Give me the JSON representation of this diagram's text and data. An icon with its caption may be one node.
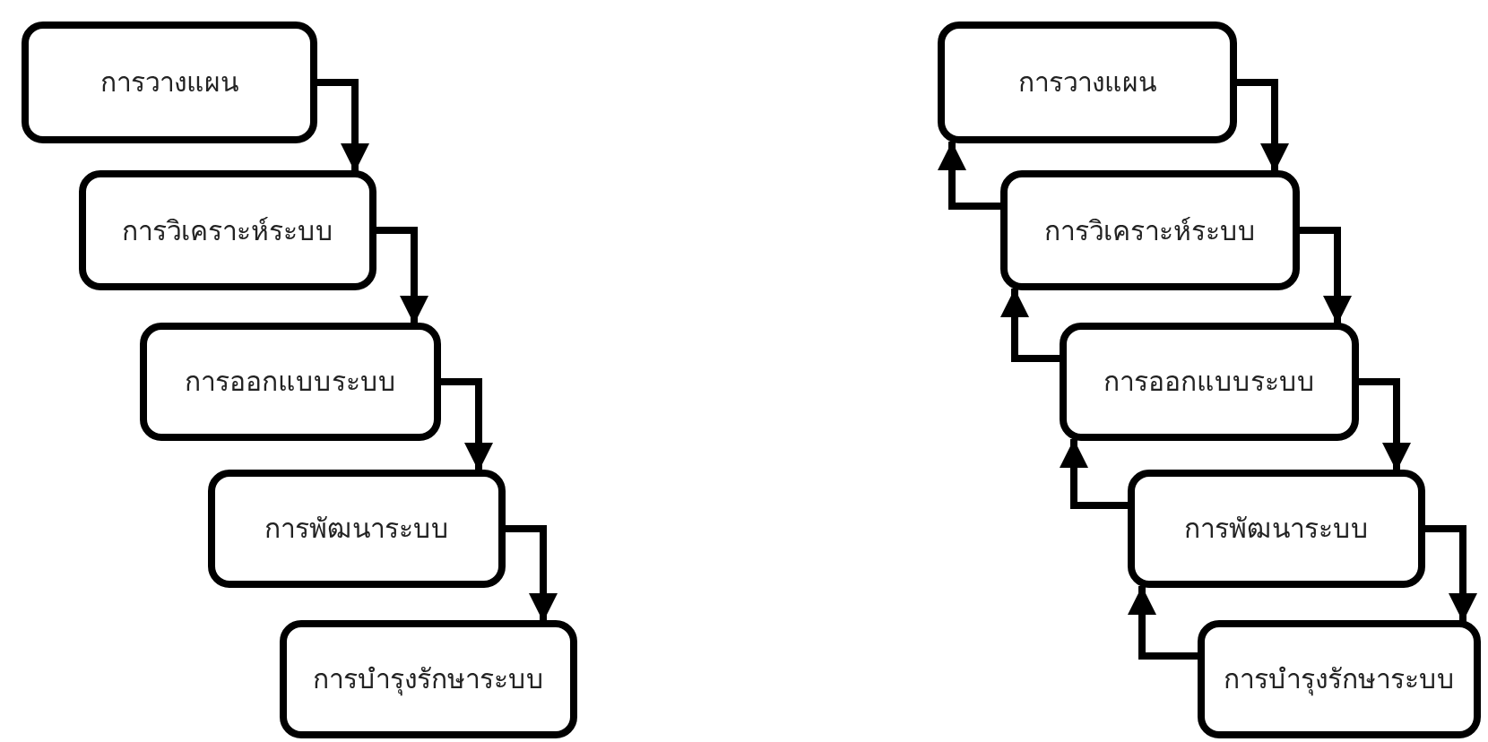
{
  "diagram": {
    "nodes": [
      {
        "text": [
          "การวางแผน"
        ]
      },
      {
        "text": [
          "การวิเคราะห์ระบบ"
        ]
      },
      {
        "text": [
          "การออกแบบระบบ"
        ]
      },
      {
        "text": [
          "การพัฒนาระบบ"
        ]
      },
      {
        "text": [
          "การบำรุงรักษาระบบ"
        ]
      },
      {
        "text": [
          "การวางแผน"
        ]
      },
      {
        "text": [
          "การวิเคราะห์ระบบ"
        ]
      },
      {
        "text": [
          "การออกแบบระบบ"
        ]
      },
      {
        "text": [
          "การพัฒนาระบบ"
        ]
      },
      {
        "text": [
          "การบำรุงรักษาระบบ"
        ]
      }
    ],
    "edges": [
      {
        "from": 0,
        "to": 1,
        "arrow": "to"
      },
      {
        "from": 1,
        "to": 2,
        "arrow": "to"
      },
      {
        "from": 2,
        "to": 3,
        "arrow": "to"
      },
      {
        "from": 3,
        "to": 4,
        "arrow": "to"
      },
      {
        "from": 5,
        "to": 6,
        "arrow": "to"
      },
      {
        "from": 6,
        "to": 7,
        "arrow": "to"
      },
      {
        "from": 7,
        "to": 8,
        "arrow": "to"
      },
      {
        "from": 8,
        "to": 9,
        "arrow": "to"
      },
      {
        "from": 6,
        "to": 5,
        "arrow": "to"
      },
      {
        "from": 7,
        "to": 6,
        "arrow": "to"
      },
      {
        "from": 8,
        "to": 7,
        "arrow": "to"
      },
      {
        "from": 9,
        "to": 8,
        "arrow": "to"
      }
    ]
  }
}
